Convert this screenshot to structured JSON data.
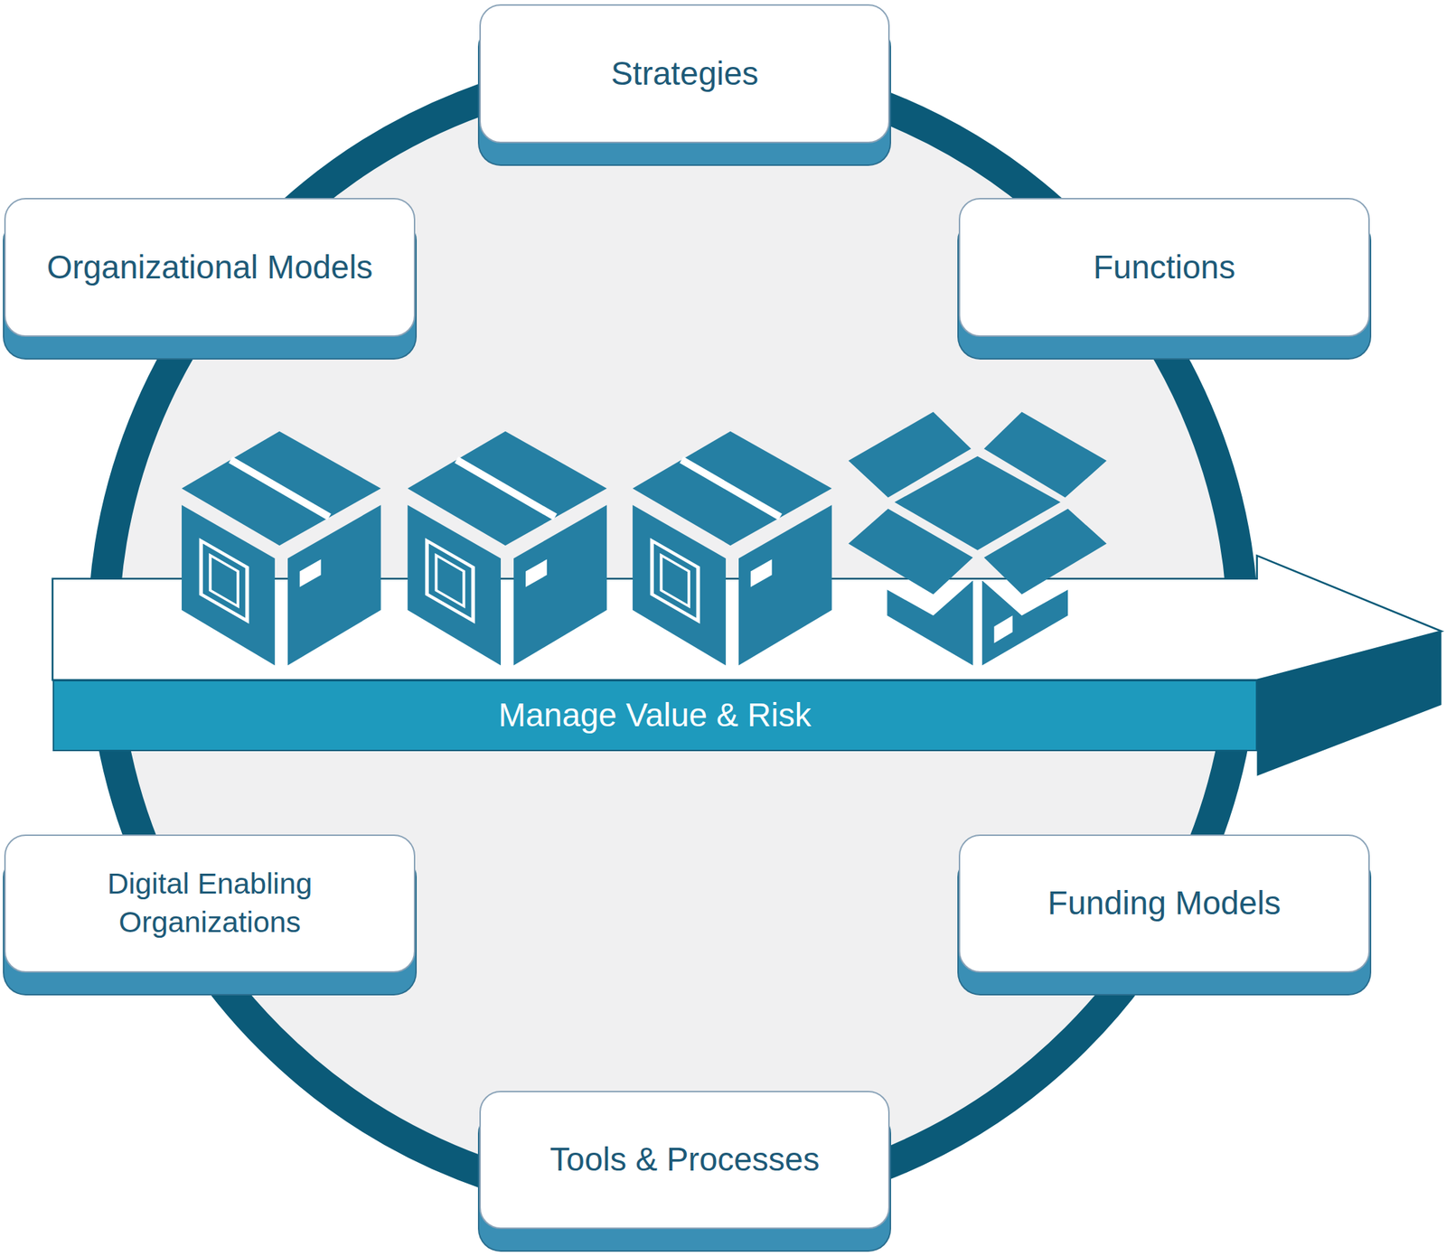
{
  "diagram": {
    "nodes": [
      {
        "text": [
          "Strategies"
        ]
      },
      {
        "text": [
          "Organizational Models"
        ]
      },
      {
        "text": [
          "Functions"
        ]
      },
      {
        "text": [
          "Manage Value & Risk"
        ]
      },
      {
        "text": [
          "Digital Enabling Organizations"
        ]
      },
      {
        "text": [
          "Funding Models"
        ]
      },
      {
        "text": [
          "Tools & Processes"
        ]
      }
    ]
  }
}
